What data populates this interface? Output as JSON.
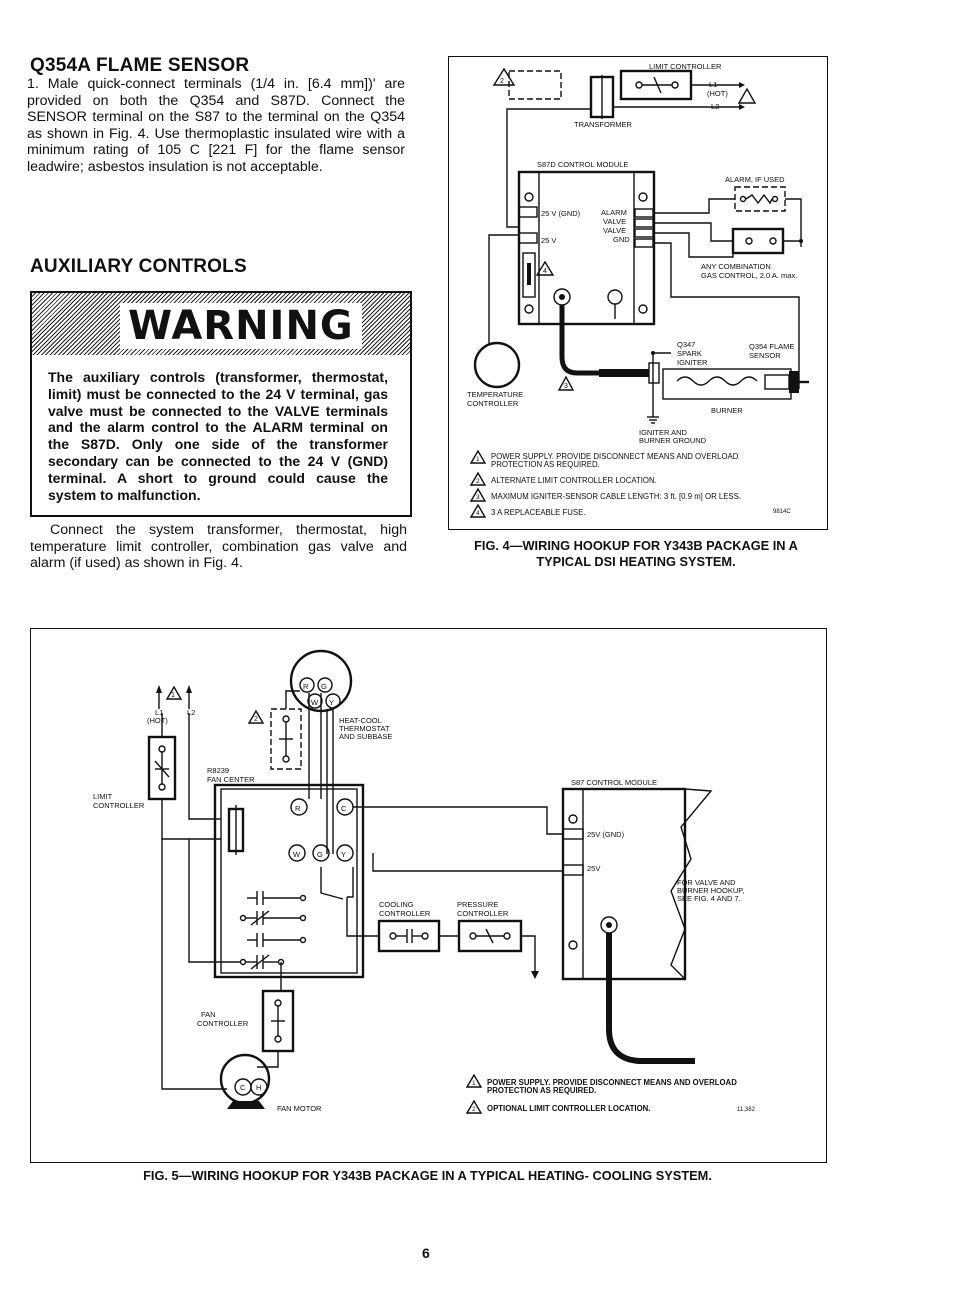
{
  "left": {
    "flame_heading": "Q354A FLAME SENSOR",
    "flame_paragraph": "1. Male quick-connect terminals (1/4 in. [6.4 mm])' are provided on both the Q354 and S87D. Connect the SENSOR terminal on the S87 to the terminal on the Q354 as shown in Fig. 4. Use thermoplastic insulated wire with a minimum rating of 105 C [221 F] for the flame sensor leadwire; asbestos insulation is not acceptable.",
    "aux_heading": "AUXILIARY CONTROLS",
    "warning_word": "WARNING",
    "warning_text": "The auxiliary controls (transformer, thermostat, limit) must be connected to the 24 V terminal, gas valve must be connected to the VALVE terminals and the alarm control to the ALARM terminal on the S87D. Only one side of the transformer secondary can be connected to the 24 V (GND) terminal. A short to ground could cause the system to malfunction.",
    "connect_paragraph": "Connect the system transformer, thermostat, high temperature limit controller, combination gas valve and alarm (if used) as shown in Fig. 4."
  },
  "fig4": {
    "caption_line1": "FIG. 4—WIRING HOOKUP FOR Y343B PACKAGE IN A",
    "caption_line2": "TYPICAL DSI HEATING SYSTEM.",
    "labels": {
      "limit_controller": "LIMIT CONTROLLER",
      "l1": "L1",
      "hot": "(HOT)",
      "l2": "L2",
      "transformer": "TRANSFORMER",
      "module": "S87D CONTROL MODULE",
      "alarm_if_used": "ALARM, IF USED",
      "t25v_gnd": "25 V (GND)",
      "t25v": "25 V",
      "alarm": "ALARM",
      "valve1": "VALVE",
      "valve2": "VALVE",
      "gnd": "GND",
      "gas_control1": "ANY COMBINATION",
      "gas_control2": "GAS CONTROL, 2.0 A. max.",
      "q347_1": "Q347",
      "q347_2": "SPARK",
      "q347_3": "IGNITER",
      "q354_1": "Q354 FLAME",
      "q354_2": "SENSOR",
      "temp_ctrl1": "TEMPERATURE",
      "temp_ctrl2": "CONTROLLER",
      "burner": "BURNER",
      "ign_ground1": "IGNITER AND",
      "ign_ground2": "BURNER GROUND",
      "code": "9814C"
    },
    "notes": [
      {
        "num": "1",
        "text1": "POWER SUPPLY. PROVIDE DISCONNECT MEANS AND OVERLOAD",
        "text2": "PROTECTION AS REQUIRED."
      },
      {
        "num": "2",
        "text1": "ALTERNATE LIMIT CONTROLLER LOCATION.",
        "text2": ""
      },
      {
        "num": "3",
        "text1": "MAXIMUM IGNITER-SENSOR CABLE LENGTH: 3 ft. [0.9 m] OR LESS.",
        "text2": ""
      },
      {
        "num": "4",
        "text1": "3 A REPLACEABLE FUSE.",
        "text2": ""
      }
    ]
  },
  "fig5": {
    "caption": "FIG. 5—WIRING HOOKUP FOR Y343B PACKAGE IN A TYPICAL HEATING- COOLING SYSTEM.",
    "labels": {
      "l1": "L1",
      "hot": "(HOT)",
      "l2": "L2",
      "limit1": "LIMIT",
      "limit2": "CONTROLLER",
      "thermostat1": "HEAT-COOL",
      "thermostat2": "THERMOSTAT",
      "thermostat3": "AND SUBBASE",
      "fan_center1": "R8239",
      "fan_center2": "FAN CENTER",
      "module": "S87 CONTROL MODULE",
      "t25v_gnd": "25V (GND)",
      "t25v": "25V",
      "valve_hookup1": "FOR VALVE AND",
      "valve_hookup2": "BURNER HOOKUP,",
      "valve_hookup3": "SEE FIG. 4 AND 7.",
      "cooling1": "COOLING",
      "cooling2": "CONTROLLER",
      "pressure1": "PRESSURE",
      "pressure2": "CONTROLLER",
      "fan_ctrl1": "FAN",
      "fan_ctrl2": "CONTROLLER",
      "fan_motor": "FAN MOTOR",
      "term_r": "R",
      "term_g": "G",
      "term_w": "W",
      "term_y": "Y",
      "term_c": "C",
      "term_h": "H",
      "code": "11,382"
    },
    "notes": [
      {
        "num": "1",
        "text1": "POWER SUPPLY. PROVIDE DISCONNECT MEANS AND OVERLOAD",
        "text2": "PROTECTION AS REQUIRED."
      },
      {
        "num": "2",
        "text1": "OPTIONAL LIMIT CONTROLLER LOCATION.",
        "text2": ""
      }
    ]
  },
  "page_number": "6"
}
